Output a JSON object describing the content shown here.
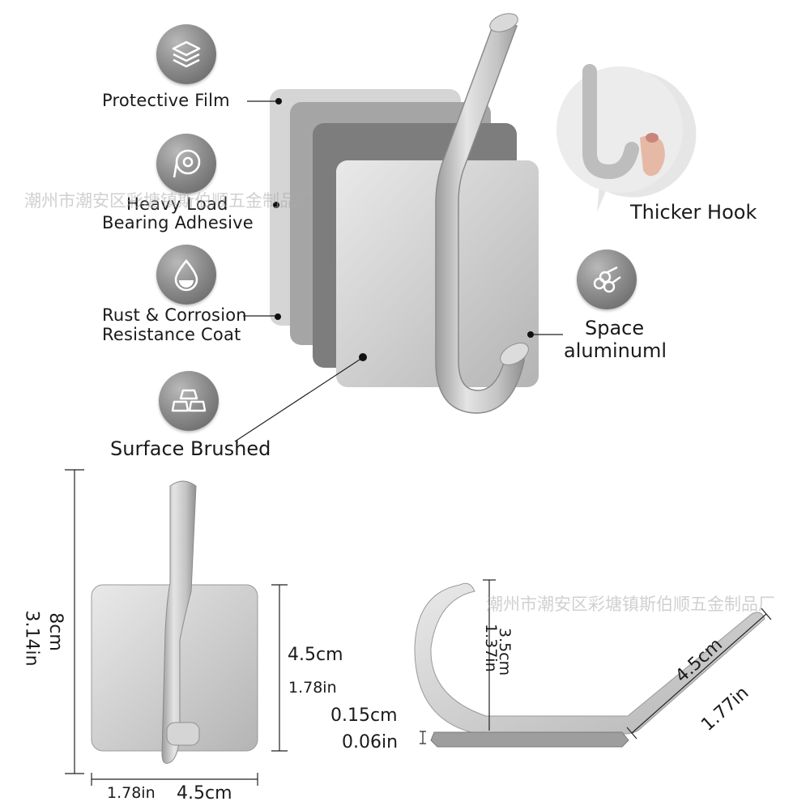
{
  "features": {
    "protective_film": "Protective Film",
    "heavy_load_line1": "Heavy Load",
    "heavy_load_line2": "Bearing Adhesive",
    "rust_line1": "Rust & Corrosion",
    "rust_line2": "Resistance Coat",
    "surface_brushed": "Surface Brushed",
    "thicker_hook": "Thicker Hook",
    "space_line1": "Space",
    "space_line2": "aluminuml"
  },
  "watermark": "潮州市潮安区彩塘镇斯伯顺五金制品厂",
  "dimensions": {
    "height_cm": "8cm",
    "height_in": "3.14in",
    "plate_height_cm": "4.5cm",
    "plate_height_in": "1.78in",
    "plate_width_in": "1.78in",
    "plate_width_cm": "4.5cm",
    "hook_depth_in": "1.37in",
    "hook_depth_cm": "3.5cm",
    "thickness_cm": "0.15cm",
    "thickness_in": "0.06in",
    "arm_length_cm": "4.5cm",
    "arm_length_in": "1.77in"
  },
  "icons": [
    "layers-icon",
    "adhesive-roll-icon",
    "water-drop-icon",
    "metal-bars-icon",
    "aluminum-rods-icon"
  ],
  "colors": {
    "badge": "#8d8d8d",
    "plate_dark": "#7d7d7d",
    "plate_mid": "#a6a6a6",
    "plate_light": "#d4d4d4",
    "metal": "#c8c8c8"
  }
}
